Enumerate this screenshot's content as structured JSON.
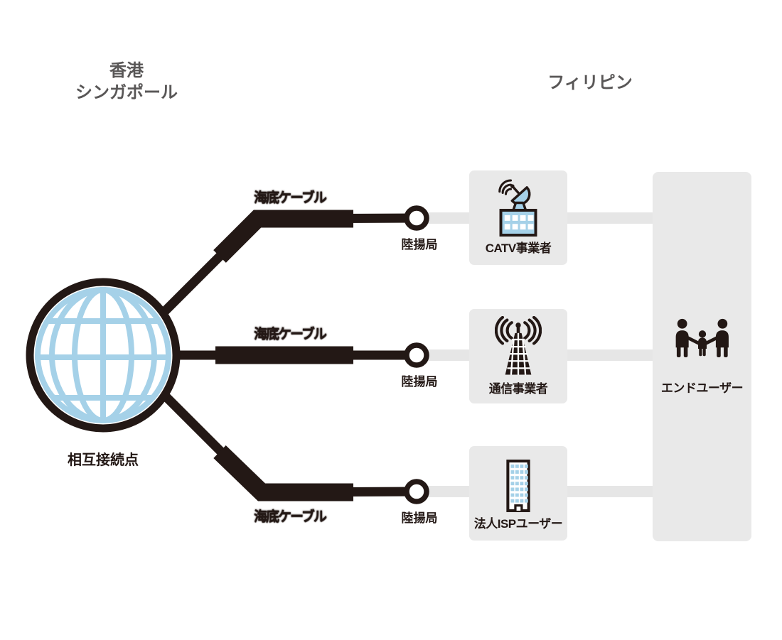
{
  "regions": {
    "origin_line1": "香港",
    "origin_line2": "シンガポール",
    "destination": "フィリピン"
  },
  "globe": {
    "label": "相互接続点",
    "icon": "globe-icon"
  },
  "cables": [
    {
      "label": "海底ケーブル",
      "landing_label": "陸揚局"
    },
    {
      "label": "海底ケーブル",
      "landing_label": "陸揚局"
    },
    {
      "label": "海底ケーブル",
      "landing_label": "陸揚局"
    }
  ],
  "providers": [
    {
      "label": "CATV事業者",
      "icon": "satellite-dish-building-icon"
    },
    {
      "label": "通信事業者",
      "icon": "radio-tower-icon"
    },
    {
      "label": "法人ISPユーザー",
      "icon": "office-building-icon"
    }
  ],
  "end_user": {
    "label": "エンドユーザー",
    "icon": "family-icon"
  },
  "colors": {
    "dark": "#231815",
    "blue": "#a5d1e8",
    "boxgray": "#e9e9e9",
    "congray": "#e6e6e6",
    "titlegray": "#595757"
  }
}
